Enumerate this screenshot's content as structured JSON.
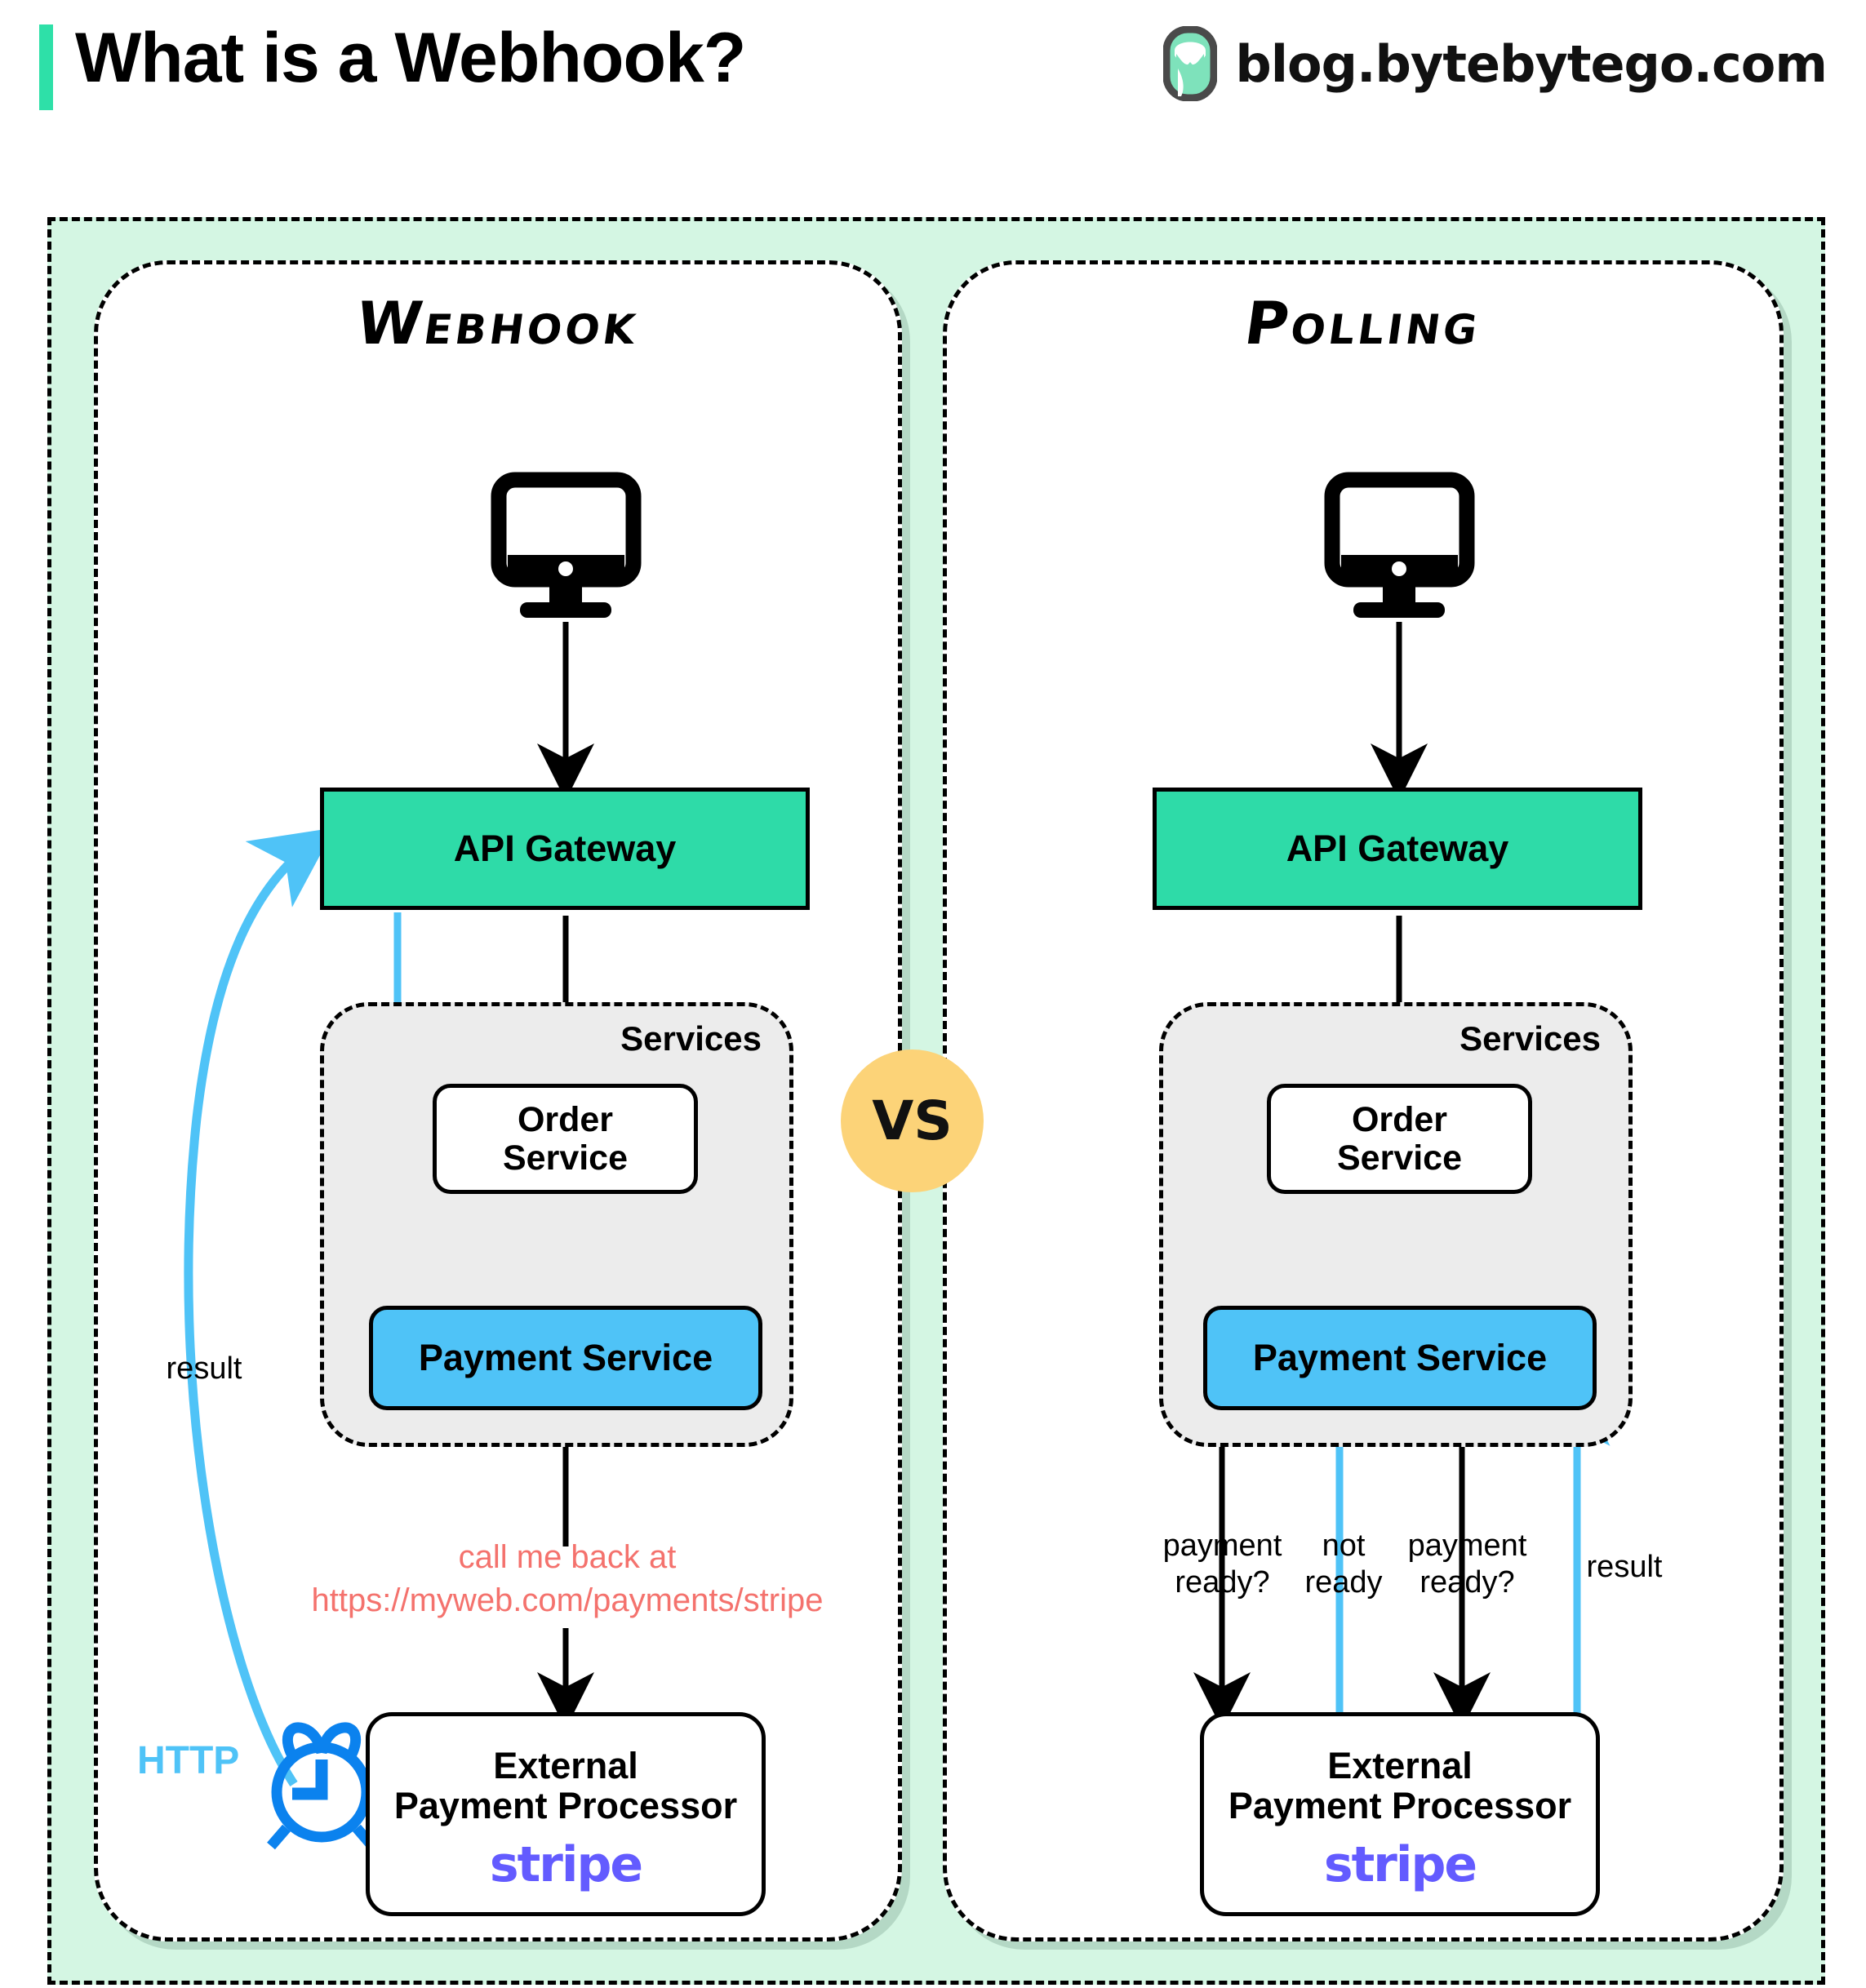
{
  "header": {
    "title": "What is a Webhook?",
    "brand_url": "blog.bytebytego.com",
    "accent_color": "#2EE0A8",
    "logo_icon": "bytebytego-logo-icon"
  },
  "vs_badge": {
    "label": "VS",
    "color": "#FCD378"
  },
  "colors": {
    "outer_background": "#D4F6E3",
    "gateway": "#2EDBA8",
    "payment_service": "#4FC3F7",
    "services_group": "#ECECEC",
    "callback_text": "#F4726D",
    "http_blue": "#4FC3F7",
    "clock_blue": "#0B82EE",
    "stripe_purple": "#635BFF"
  },
  "panels": [
    {
      "id": "webhook",
      "title": "Webhook",
      "client_icon": "desktop-monitor-icon",
      "gateway": "API Gateway",
      "services_label": "Services",
      "order_service": "Order\nService",
      "order_service_line1": "Order",
      "order_service_line2": "Service",
      "payment_service": "Payment Service",
      "processor_line1": "External",
      "processor_line2": "Payment Processor",
      "processor_brand": "stripe",
      "callback_line1": "call me back at",
      "callback_line2": "https://myweb.com/payments/stripe",
      "result_label": "result",
      "http_label": "HTTP",
      "clock_icon": "alarm-clock-icon"
    },
    {
      "id": "polling",
      "title": "Polling",
      "client_icon": "desktop-monitor-icon",
      "gateway": "API Gateway",
      "services_label": "Services",
      "order_service_line1": "Order",
      "order_service_line2": "Service",
      "payment_service": "Payment Service",
      "processor_line1": "External",
      "processor_line2": "Payment Processor",
      "processor_brand": "stripe",
      "poll_labels": [
        {
          "line1": "payment",
          "line2": "ready?",
          "direction": "down",
          "color": "#000000"
        },
        {
          "line1": "not",
          "line2": "ready",
          "direction": "up",
          "color": "#4FC3F7"
        },
        {
          "line1": "payment",
          "line2": "ready?",
          "direction": "down",
          "color": "#000000"
        },
        {
          "line1": "result",
          "line2": "",
          "direction": "up",
          "color": "#4FC3F7"
        }
      ]
    }
  ]
}
